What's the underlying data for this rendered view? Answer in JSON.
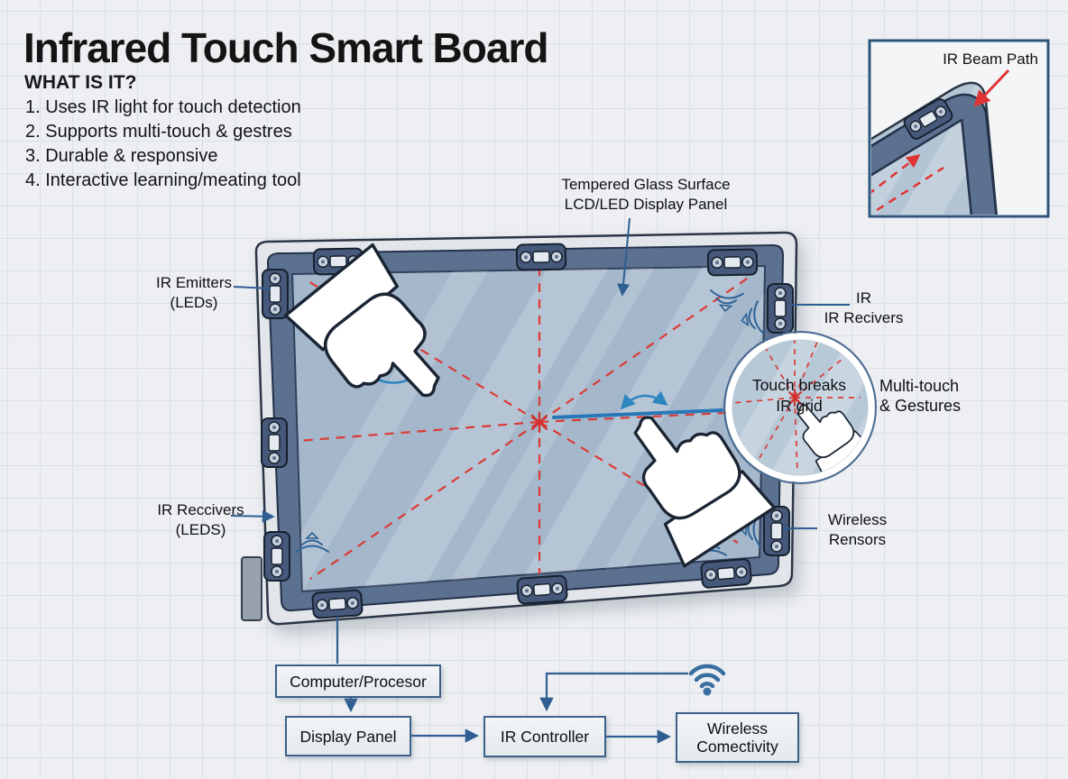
{
  "title": "Infrared Touch Smart Board",
  "subtitle": "WHAT IS IT?",
  "features": [
    "1.  Uses IR light for touch detection",
    "2. Supports multi-touch & gestres",
    "3.  Durable & responsive",
    "4.  Interactive learning/meating tool"
  ],
  "labels": {
    "glass_line1": "Tempered Glass Surface",
    "glass_line2": "LCD/LED Display Panel",
    "ir_emitters_line1": "IR Emitters",
    "ir_emitters_line2": "(LEDs)",
    "ir_receivers_left_line1": "IR Reccivers",
    "ir_receivers_left_line2": "(LEDS)",
    "ir_right_line1": "IR",
    "ir_right_line2": "IR Recivers",
    "multitouch_line1": "Multi-touch",
    "multitouch_line2": "& Gestures",
    "wireless_line1": "Wireless",
    "wireless_line2": "Rensors",
    "magnifier_line1": "Touch breaks",
    "magnifier_line2": "IR grid",
    "inset_title": "IR Beam Path"
  },
  "flowchart": {
    "computer": "Computer/Procesor",
    "display": "Display Panel",
    "controller": "IR Controller",
    "wireless_line1": "Wireless",
    "wireless_line2": "Comectivity"
  },
  "icons": {
    "wifi": "wifi-icon",
    "hand_pointer": "hand-pointer-icon",
    "magnifier": "magnifier-circle",
    "ir_sensor_module": "ir-sensor-module-icon"
  },
  "colors": {
    "accent_red": "#db3b36",
    "gesture_blue": "#2e86c0",
    "connector_blue": "#2f5e92",
    "bezel": "#5c7190",
    "glass": "#a4b7cb",
    "paper": "#edeff2"
  }
}
